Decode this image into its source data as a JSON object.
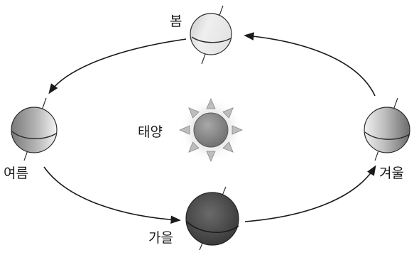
{
  "diagram": {
    "sun_label": "태양",
    "seasons": [
      {
        "key": "spring",
        "label": "봄"
      },
      {
        "key": "summer",
        "label": "여름"
      },
      {
        "key": "autumn",
        "label": "가을"
      },
      {
        "key": "winter",
        "label": "겨울"
      }
    ]
  },
  "colors": {
    "line": "#1a1a1a",
    "sun_core": "#7d7d7d",
    "ray": "#bdbdbd",
    "globe_light": "#f2f2f2",
    "globe_dark": "#4a4a4a"
  }
}
